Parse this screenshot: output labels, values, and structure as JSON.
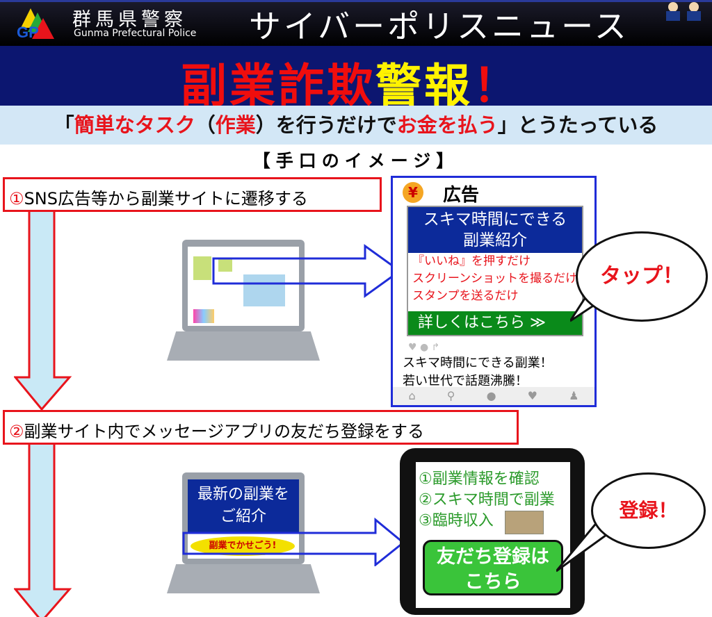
{
  "header": {
    "org_ja": "群馬県警察",
    "org_en": "Gunma Prefectural Police",
    "logo_text": "GP",
    "series": "サイバーポリスニュース"
  },
  "title": {
    "part1": "副業詐欺",
    "part2": "警報",
    "mark": "！"
  },
  "subtitle": {
    "q_open": "「",
    "r1": "簡単なタスク",
    "p1": "（",
    "r2": "作業",
    "p2": "）を行うだけで",
    "r3": "お金を払う",
    "tail": "」とうたっている"
  },
  "section_heading": "【手口のイメージ】",
  "step1": {
    "num": "①",
    "text": "SNS広告等から副業サイトに遷移する"
  },
  "step2": {
    "num": "②",
    "text": "副業サイト内でメッセージアプリの友だち登録をする"
  },
  "ad": {
    "yen": "¥",
    "label": "広告",
    "banner": "スキマ時間にできる\n副業紹介",
    "lines": [
      "『いいね』を押すだけ",
      "スクリーンショットを撮るだけ",
      "スタンプを送るだけ"
    ],
    "cta": "詳しくはこちら ≫",
    "post1": "スキマ時間にできる副業！",
    "post2": "若い世代で話題沸騰！"
  },
  "bubble1": "タップ！",
  "laptop2": {
    "banner": "最新の副業をご紹介",
    "ad_text": "副業でかせごう!"
  },
  "phone": {
    "lines": [
      "①副業情報を確認",
      "②スキマ時間で副業",
      "③臨時収入"
    ],
    "button": "友だち登録はこちら"
  },
  "bubble2": "登録！"
}
